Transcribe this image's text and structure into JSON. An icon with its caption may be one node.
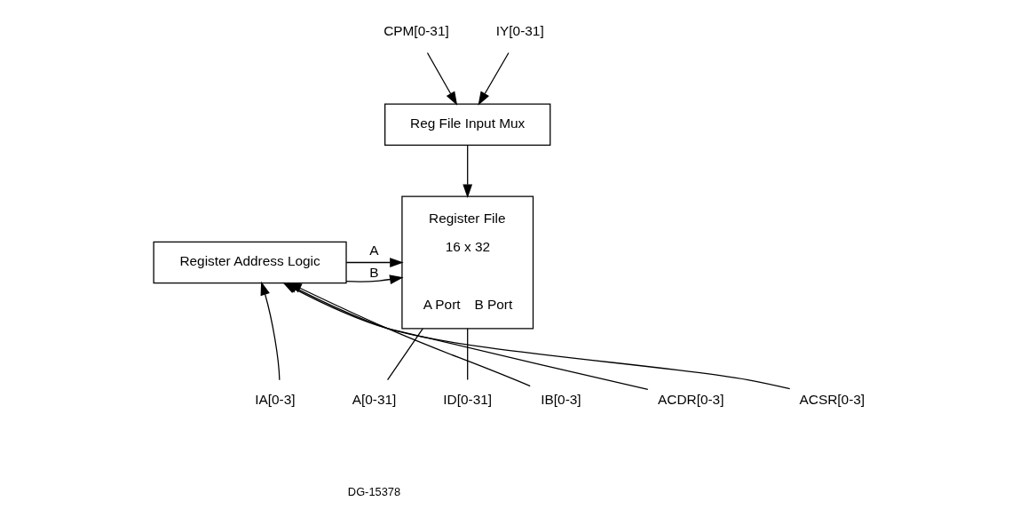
{
  "diagram": {
    "nodes": [
      {
        "text": [
          "CPM[0-31]"
        ]
      },
      {
        "text": [
          "IY[0-31]"
        ]
      },
      {
        "text": [
          "Reg File Input Mux"
        ]
      },
      {
        "text": [
          "Register File",
          "16 x 32",
          "A Port",
          "B Port"
        ]
      },
      {
        "text": [
          "Register Address Logic"
        ]
      },
      {
        "text": [
          "IA[0-3]"
        ]
      },
      {
        "text": [
          "IB[0-3]"
        ]
      },
      {
        "text": [
          "ACDR[0-3]"
        ]
      },
      {
        "text": [
          "ACSR[0-3]"
        ]
      },
      {
        "text": [
          "A[0-31]"
        ]
      },
      {
        "text": [
          "ID[0-31]"
        ]
      }
    ],
    "edges": [
      {
        "from": 0,
        "to": 2,
        "arrow": "to"
      },
      {
        "from": 1,
        "to": 2,
        "arrow": "to"
      },
      {
        "from": 2,
        "to": 3,
        "arrow": "to"
      },
      {
        "from": 4,
        "to": 3,
        "arrow": "to",
        "label": "A"
      },
      {
        "from": 4,
        "to": 3,
        "arrow": "to",
        "label": "B"
      },
      {
        "from": 5,
        "to": 4,
        "arrow": "to"
      },
      {
        "from": 6,
        "to": 4,
        "arrow": "to"
      },
      {
        "from": 7,
        "to": 4,
        "arrow": "to"
      },
      {
        "from": 8,
        "to": 4,
        "arrow": "to"
      },
      {
        "from": 3,
        "to": 9,
        "arrow": "none"
      },
      {
        "from": 3,
        "to": 10,
        "arrow": "none"
      }
    ],
    "labels": [
      "DG-15378"
    ]
  }
}
